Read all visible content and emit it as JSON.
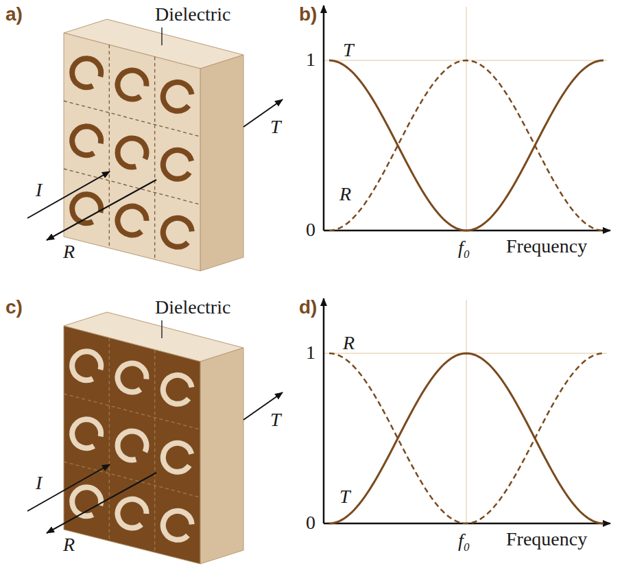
{
  "diagram": {
    "labels": [
      "a)",
      "Dielectric",
      "T",
      "I",
      "R",
      "b)",
      "T",
      "1",
      "R",
      "0",
      "f₀",
      "Frequency",
      "c)",
      "Dielectric",
      "T",
      "I",
      "R",
      "d)",
      "R",
      "1",
      "T",
      "0",
      "f₀",
      "Frequency"
    ]
  }
}
